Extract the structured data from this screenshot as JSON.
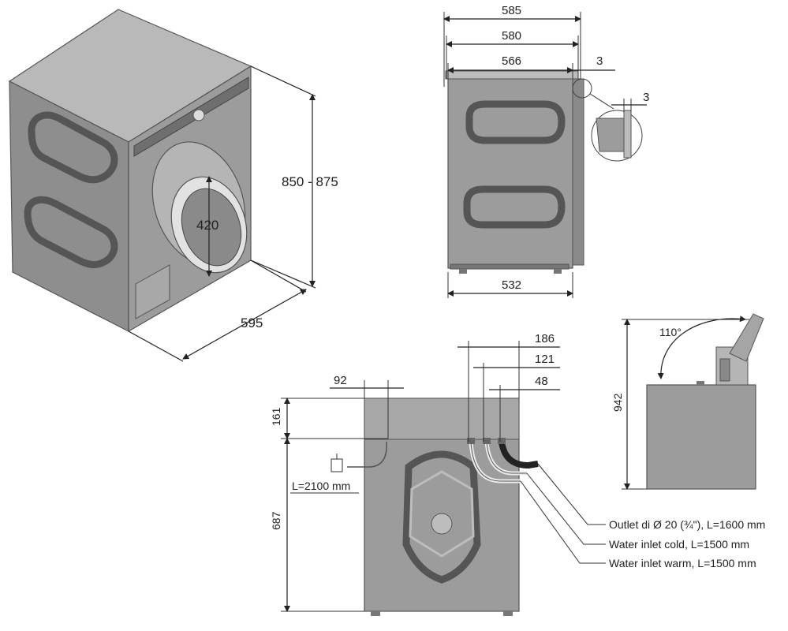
{
  "isometric_view": {
    "height_dim": "850 - 875",
    "width_dim": "595",
    "door_dim": "420"
  },
  "side_view": {
    "dim_585": "585",
    "dim_580": "580",
    "dim_566": "566",
    "dim_3_top": "3",
    "dim_3_detail": "3",
    "dim_532": "532"
  },
  "rear_view": {
    "dim_186": "186",
    "dim_121": "121",
    "dim_48": "48",
    "dim_92": "92",
    "dim_161": "161",
    "dim_687": "687",
    "cable_label": "L=2100 mm",
    "outlet_label": "Outlet di Ø 20 (¾\"), L=1600 mm",
    "inlet_cold_label": "Water inlet cold, L=1500 mm",
    "inlet_warm_label": "Water inlet warm, L=1500 mm"
  },
  "lid_view": {
    "angle_label": "110°",
    "height_dim": "942"
  }
}
